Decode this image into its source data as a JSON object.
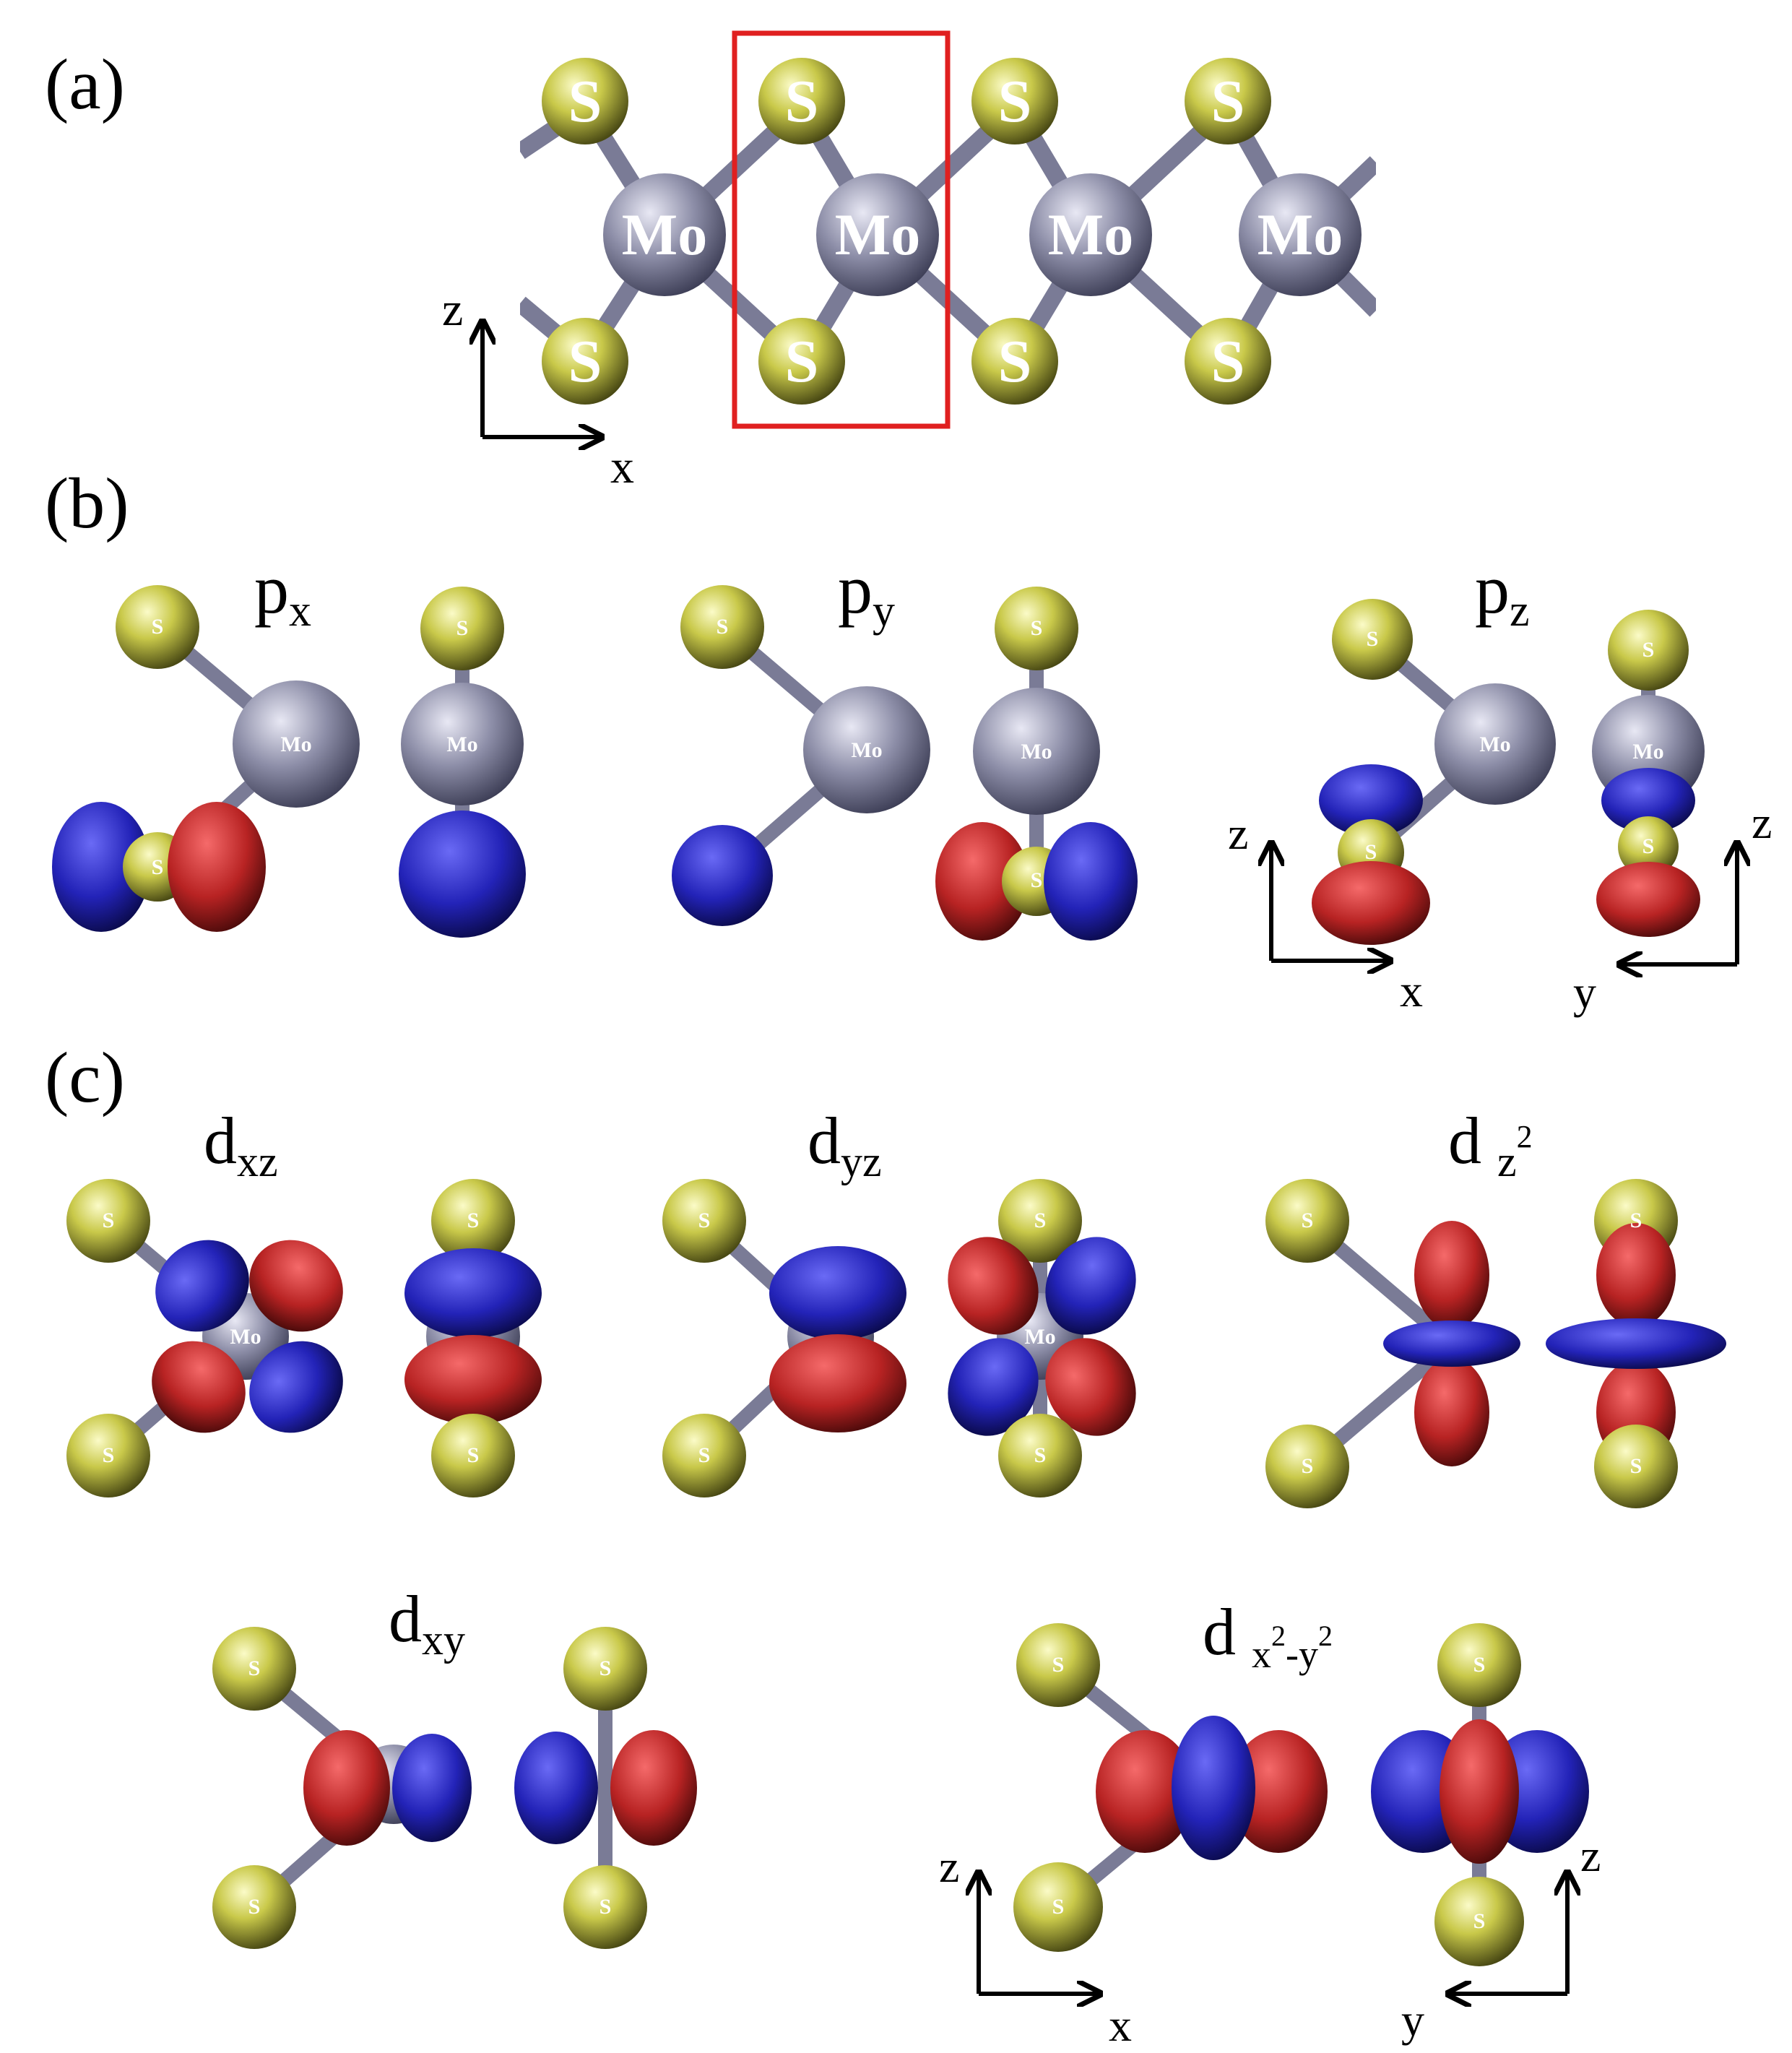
{
  "panels": {
    "a": "(a)",
    "b": "(b)",
    "c": "(c)"
  },
  "atoms": {
    "S": "S",
    "Mo": "Mo"
  },
  "axes": {
    "x": "x",
    "y": "y",
    "z": "z"
  },
  "orbitals": {
    "px": {
      "base": "p",
      "sub": "x"
    },
    "py": {
      "base": "p",
      "sub": "y"
    },
    "pz": {
      "base": "p",
      "sub": "z"
    },
    "dxz": {
      "base": "d",
      "sub": "xz"
    },
    "dyz": {
      "base": "d",
      "sub": "yz"
    },
    "dz2": {
      "base": "d",
      "sub": "z",
      "sup": "2"
    },
    "dxy": {
      "base": "d",
      "sub": "xy"
    },
    "dx2y2": {
      "base": "d",
      "sub1": "x",
      "sup1": "2",
      "mid": "-y",
      "sup2": "2"
    }
  },
  "colors": {
    "sulfur": "#c9c94a",
    "molybdenum": "#8d8ea8",
    "bond": "#7a7b96",
    "lobe_blue": "#2323b8",
    "lobe_red": "#b82323",
    "unit_cell": "#e02020"
  }
}
